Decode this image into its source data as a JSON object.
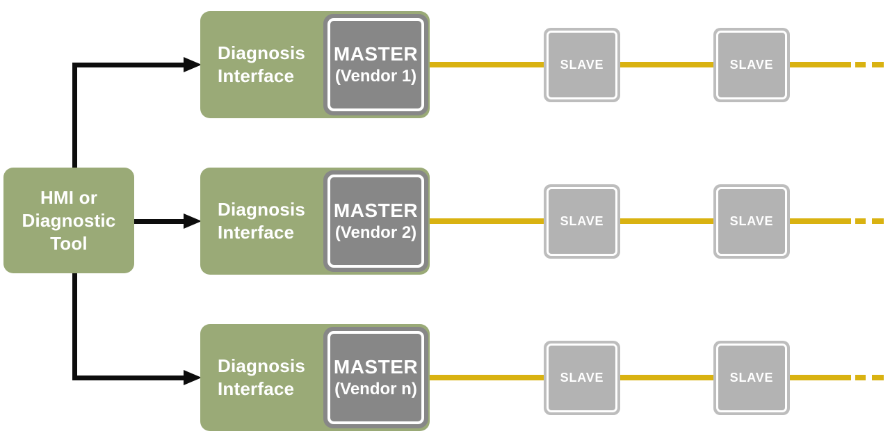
{
  "colors": {
    "green": "#9AAA77",
    "master_gray": "#878787",
    "slave_gray": "#B3B3B3",
    "slave_ring": "#BDBDBD",
    "bus_yellow": "#D9B211",
    "connector_black": "#0D0D0D",
    "text_white": "#FFFFFF"
  },
  "hmi": {
    "label": "HMI or\nDiagnostic\nTool"
  },
  "rows": [
    {
      "interface_label": "Diagnosis\nInterface",
      "master_title": "MASTER",
      "master_vendor": "(Vendor 1)",
      "slave1": "SLAVE",
      "slave2": "SLAVE"
    },
    {
      "interface_label": "Diagnosis\nInterface",
      "master_title": "MASTER",
      "master_vendor": "(Vendor 2)",
      "slave1": "SLAVE",
      "slave2": "SLAVE"
    },
    {
      "interface_label": "Diagnosis\nInterface",
      "master_title": "MASTER",
      "master_vendor": "(Vendor n)",
      "slave1": "SLAVE",
      "slave2": "SLAVE"
    }
  ]
}
